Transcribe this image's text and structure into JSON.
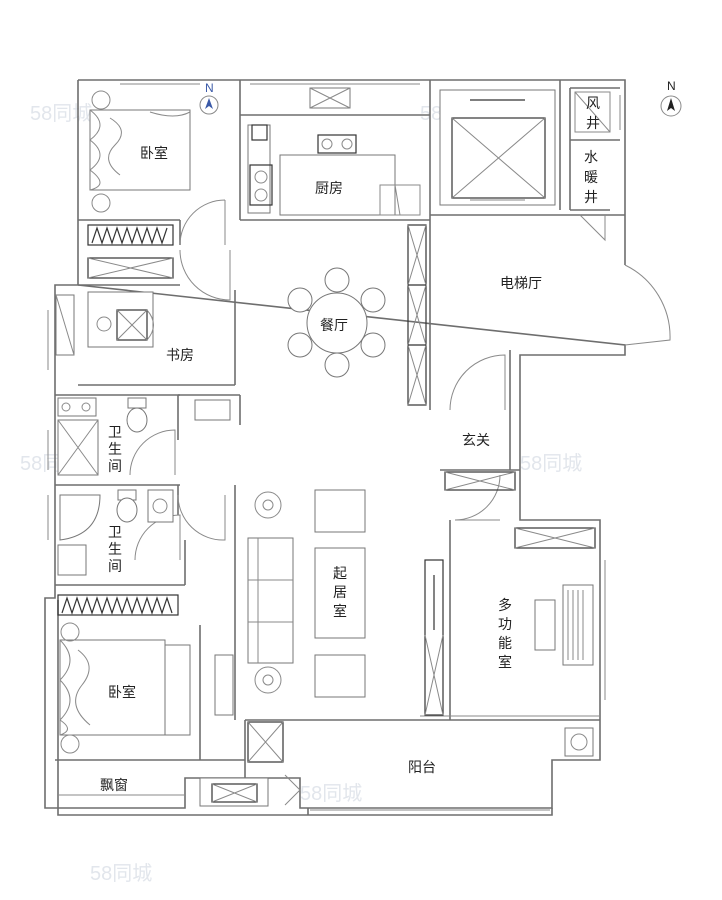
{
  "rooms": {
    "bedroom_top": "卧室",
    "kitchen": "厨房",
    "study": "书房",
    "dining": "餐厅",
    "elevator_hall": "电梯厅",
    "entrance": "玄关",
    "bathroom_1": "卫生间",
    "bathroom_2": "卫生间",
    "living": "起居室",
    "multi_function": "多功能室",
    "bedroom_bottom": "卧室",
    "bay_window": "飘窗",
    "balcony": "阳台",
    "vent_shaft": "风井",
    "water_heating_shaft": "水暖井"
  },
  "compass": {
    "north": "N"
  },
  "watermark": "58同城",
  "colors": {
    "wall": "#6e6e6e",
    "text": "#222222",
    "compass_blue": "#3b5aa8"
  },
  "icons": [
    "compass-icon",
    "door-swing-icon",
    "elevator-shaft-icon",
    "dining-table-icon",
    "sofa-icon",
    "bed-icon",
    "toilet-icon",
    "stove-icon",
    "sink-icon",
    "piano-icon",
    "washing-machine-icon",
    "lamp-icon"
  ]
}
